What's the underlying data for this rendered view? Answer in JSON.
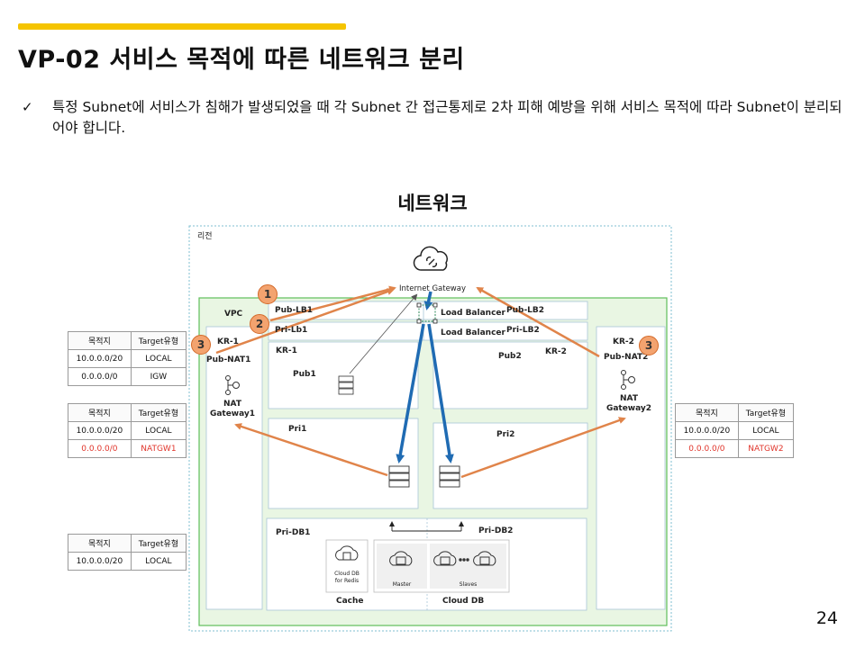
{
  "header": {
    "title": "VP-02 서비스 목적에 따른 네트워크 분리",
    "bullet": "✓",
    "description": "특정 Subnet에 서비스가 침해가 발생되었을 때 각 Subnet 간 접근통제로 2차 피해 예방을 위해 서비스 목적에 따라 Subnet이 분리되어야 합니다."
  },
  "diagram": {
    "title": "네트워크",
    "region_label": "리전",
    "vpc_label": "VPC",
    "internet_gateway": "Internet Gateway",
    "pub_lb1": "Pub-LB1",
    "pri_lb1": "Pri-Lb1",
    "pub_lb2": "Pub-LB2",
    "pri_lb2": "Pri-LB2",
    "load_balancer_1": "Load Balancer",
    "load_balancer_2": "Load Balancer",
    "kr1_left": "KR-1",
    "pub_nat1": "Pub-NAT1",
    "nat_gateway1": "NAT\nGateway1",
    "kr1_inner": "KR-1",
    "pub1": "Pub1",
    "pub2": "Pub2",
    "kr2_inner": "KR-2",
    "kr2_right": "KR-2",
    "pub_nat2": "Pub-NAT2",
    "nat_gateway2": "NAT\nGateway2",
    "pri1": "Pri1",
    "pri2": "Pri2",
    "pri_db1": "Pri-DB1",
    "pri_db2": "Pri-DB2",
    "cloud_db_redis": "Cloud DB\nfor Redis",
    "master": "Master",
    "slaves": "Slaves",
    "cache": "Cache",
    "cloud_db": "Cloud DB",
    "badges": [
      "1",
      "2",
      "3",
      "3"
    ]
  },
  "route_tables": {
    "header": [
      "목적지",
      "Target유형"
    ],
    "public": [
      [
        "10.0.0.0/20",
        "LOCAL"
      ],
      [
        "0.0.0.0/0",
        "IGW"
      ]
    ],
    "private1": [
      [
        "10.0.0.0/20",
        "LOCAL"
      ],
      [
        "0.0.0.0/0",
        "NATGW1"
      ]
    ],
    "private2": [
      [
        "10.0.0.0/20",
        "LOCAL"
      ],
      [
        "0.0.0.0/0",
        "NATGW2"
      ]
    ],
    "db": [
      [
        "10.0.0.0/20",
        "LOCAL"
      ]
    ]
  },
  "colors": {
    "accent": "#f5c400",
    "orange_arrow": "#e0844a",
    "blue_arrow": "#1f6bb3",
    "vpc_green": "#5fbf5a",
    "route_red": "#e0342a"
  },
  "page_number": "24"
}
